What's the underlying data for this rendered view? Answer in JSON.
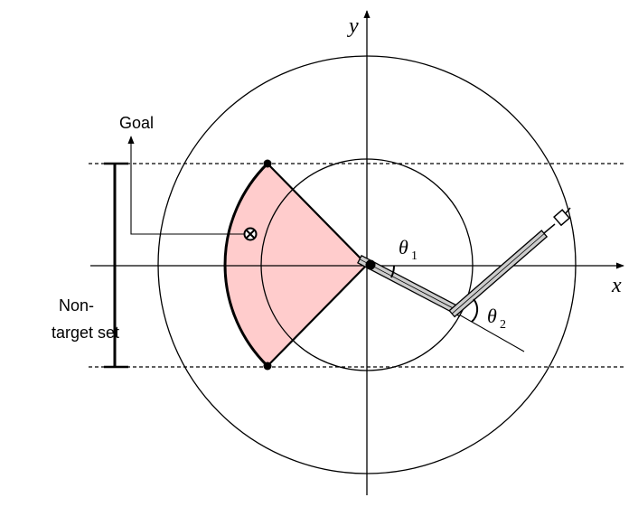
{
  "labels": {
    "goal": "Goal",
    "non_target_line1": "Non-",
    "non_target_line2": "target set",
    "axis_x": "x",
    "axis_y": "y",
    "theta1_symbol": "θ",
    "theta1_subscript": "1",
    "theta2_symbol": "θ",
    "theta2_subscript": "2"
  },
  "colors": {
    "stroke": "#000000",
    "sector_fill": "#ffcccc",
    "link_fill": "#cccccc",
    "background": "#ffffff"
  }
}
